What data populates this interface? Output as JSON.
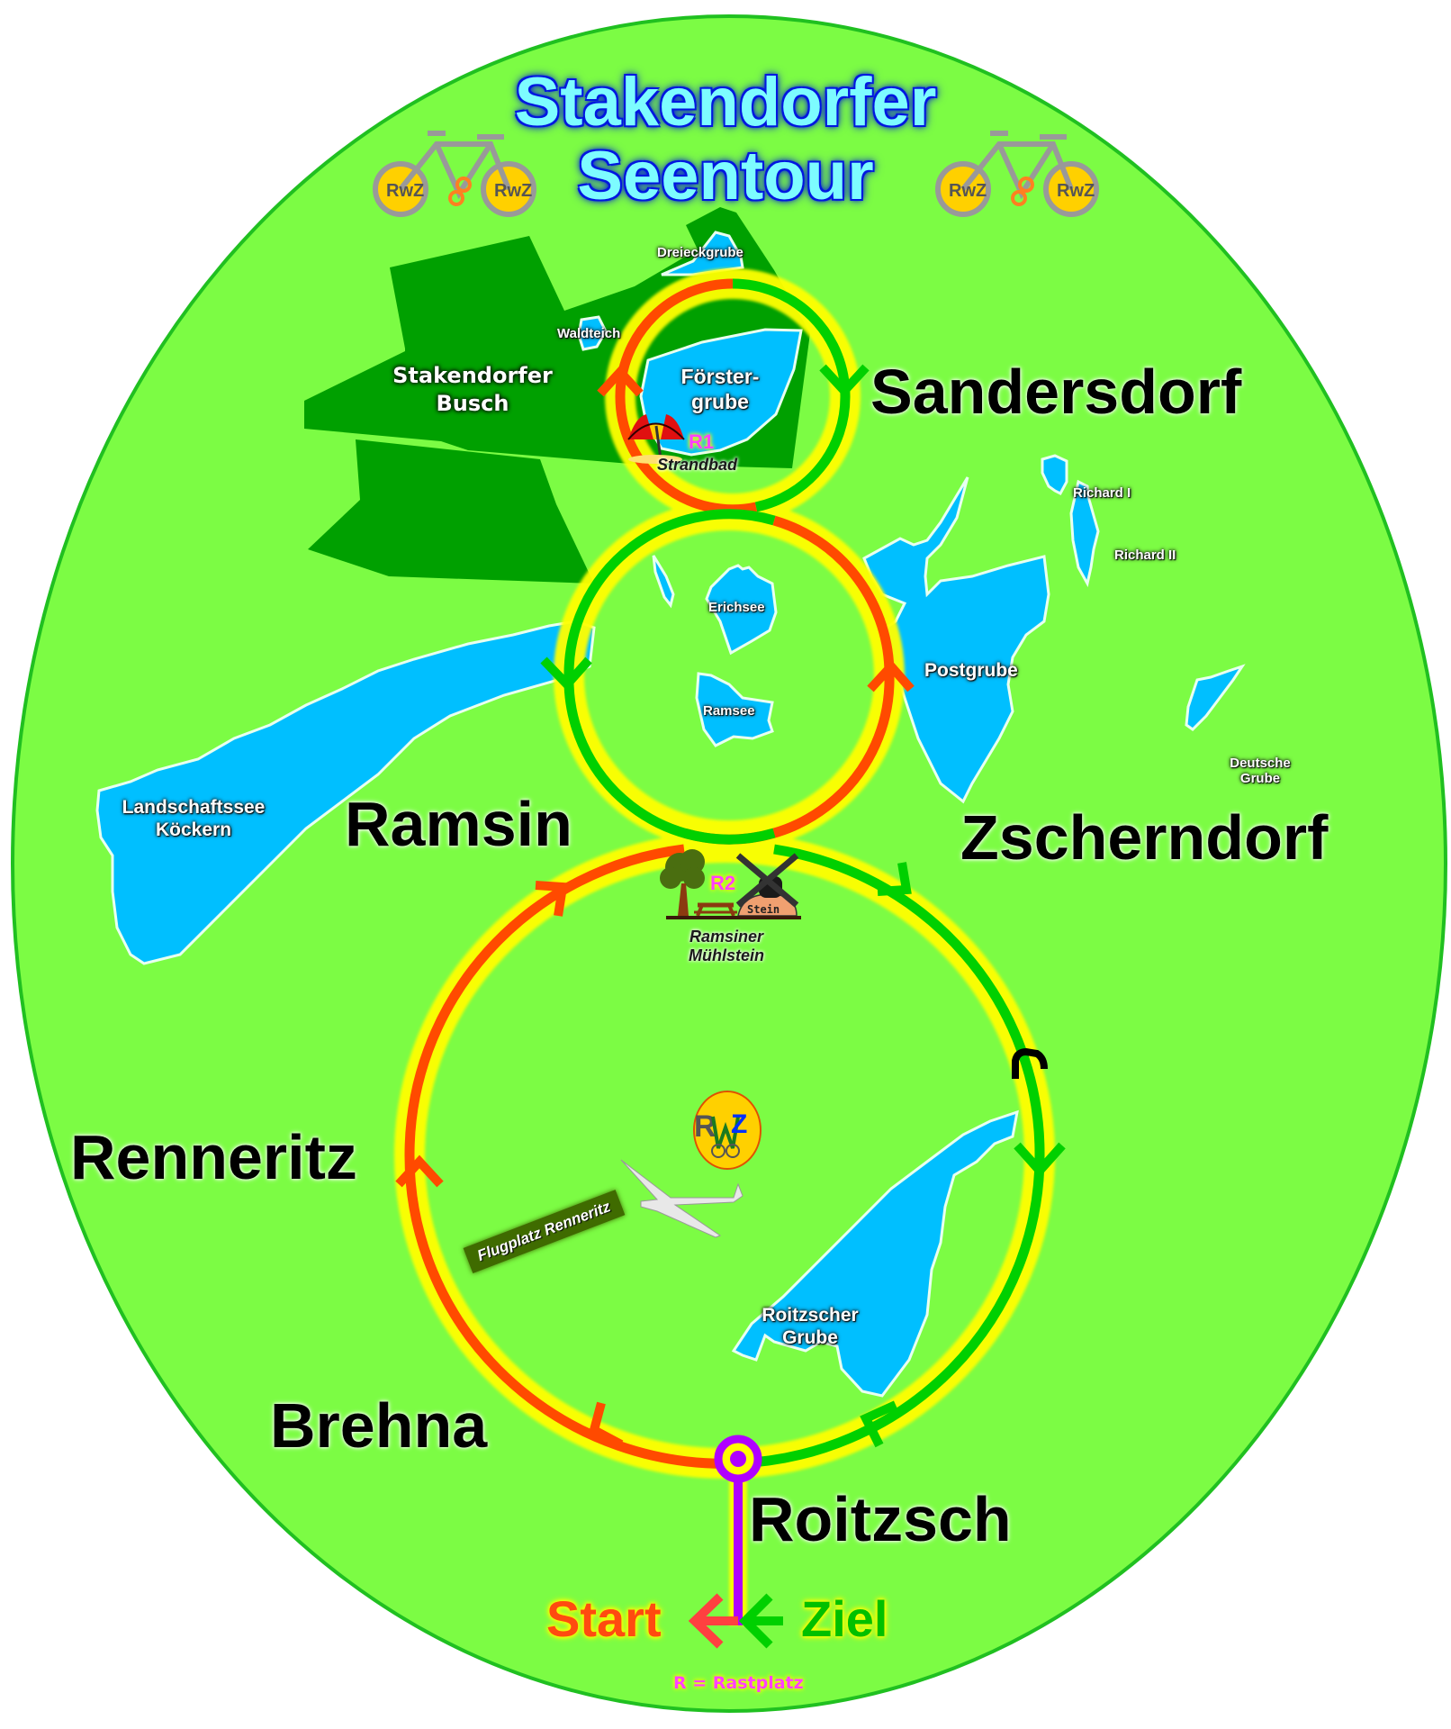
{
  "title": {
    "line1": "Stakendorfer",
    "line2": "Seentour"
  },
  "colors": {
    "background": "#7cfc44",
    "ellipse_border": "#20c020",
    "forest": "#00a000",
    "water": "#00bfff",
    "route_outbound": "#ff4a00",
    "route_return": "#00d000",
    "route_glow": "#ffff00",
    "start_marker": "#b000ff",
    "title_fill": "#7dfcff",
    "title_outline": "#0018e0",
    "rest_label": "#ff40ff"
  },
  "towns": {
    "sandersdorf": "Sandersdorf",
    "ramsin": "Ramsin",
    "zscherndorf": "Zscherndorf",
    "renneritz": "Renneritz",
    "brehna": "Brehna",
    "roitzsch": "Roitzsch"
  },
  "lakes": {
    "dreieckgrube": "Dreieckgrube",
    "waldteich": "Waldteich",
    "foerstergrube_1": "Förster-",
    "foerstergrube_2": "grube",
    "richard1": "Richard I",
    "richard2": "Richard II",
    "erichsee": "Erichsee",
    "ramsee": "Ramsee",
    "postgrube": "Postgrube",
    "deutsche_grube_1": "Deutsche",
    "deutsche_grube_2": "Grube",
    "koeckern_1": "Landschaftssee",
    "koeckern_2": "Köckern",
    "roitzscher_1": "Roitzscher",
    "roitzscher_2": "Grube"
  },
  "forest": {
    "line1": "Stakendorfer",
    "line2": "Busch"
  },
  "rest_stops": [
    {
      "code": "R1",
      "name": "Strandbad",
      "icon": "beach-umbrella-icon"
    },
    {
      "code": "R2",
      "name_line1": "Ramsiner",
      "name_line2": "Mühlstein",
      "icon": "windmill-picnic-icon",
      "sign": "Stein"
    }
  ],
  "airfield": {
    "label": "Flugplatz Renneritz",
    "icon": "glider-icon"
  },
  "logo": {
    "text": "RWZ",
    "icon": "rwz-logo-icon"
  },
  "start_ziel": {
    "start": "Start",
    "ziel": "Ziel"
  },
  "legend": {
    "text": "R = Rastplatz"
  }
}
